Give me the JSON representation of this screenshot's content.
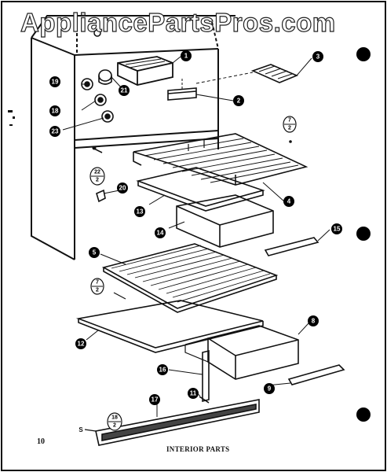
{
  "watermark": "AppliancePartsPros.com",
  "page_number": "10",
  "caption": "INTERIOR PARTS",
  "callouts": {
    "c1": "1",
    "c2": "2",
    "c3": "3",
    "c4": "4",
    "c5": "5",
    "c8": "8",
    "c9": "9",
    "c11": "11",
    "c12": "12",
    "c13": "13",
    "c14": "14",
    "c15": "15",
    "c16": "16",
    "c17": "17",
    "c18": "18",
    "c19": "19",
    "c20": "20",
    "c21": "21",
    "c23": "23"
  },
  "fractions": {
    "f7a_num": "7",
    "f7a_den": "2",
    "f7b_num": "7",
    "f7b_den": "2",
    "f22_num": "22",
    "f22_den": "2",
    "f18_num": "18",
    "f18_den": "2"
  },
  "s_label": "S"
}
